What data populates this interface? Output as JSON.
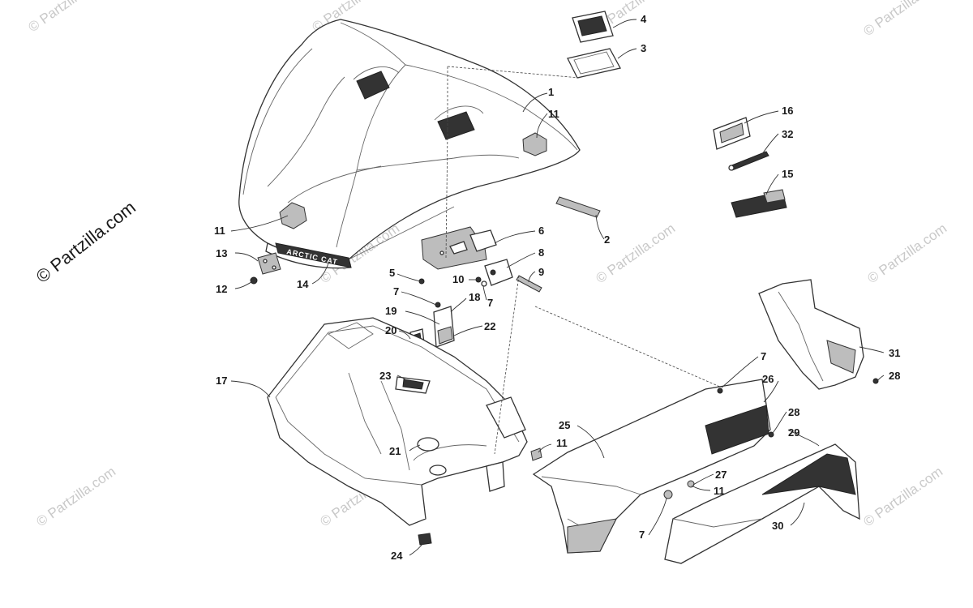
{
  "watermark": {
    "text": "© Partzilla.com",
    "side_text": "© Partzilla.com"
  },
  "decal": {
    "brand": "ARCTIC CAT"
  },
  "callouts": [
    "4",
    "3",
    "1",
    "11",
    "16",
    "32",
    "15",
    "2",
    "11",
    "13",
    "12",
    "14",
    "6",
    "8",
    "5",
    "10",
    "9",
    "7",
    "18",
    "7",
    "19",
    "20",
    "22",
    "17",
    "23",
    "7",
    "26",
    "31",
    "28",
    "25",
    "11",
    "28",
    "29",
    "21",
    "27",
    "11",
    "7",
    "30",
    "24"
  ]
}
